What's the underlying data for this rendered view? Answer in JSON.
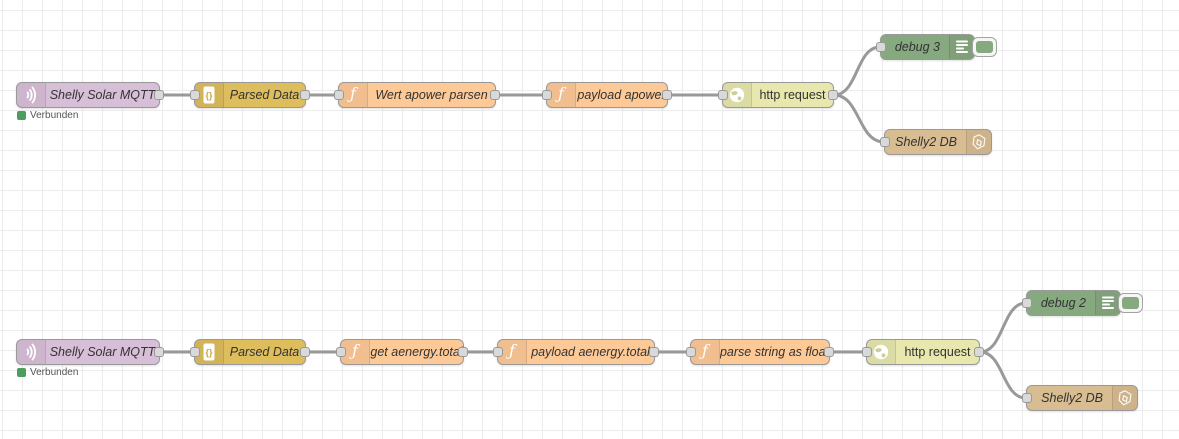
{
  "editor": {
    "status_label": "Verbunden"
  },
  "colors": {
    "mqtt": "#d8bfd8",
    "json": "#debd5c",
    "function": "#fdc997",
    "http": "#e7e7ae",
    "debug": "#87a980",
    "influx": "#d8bc92",
    "wire": "#999999",
    "status": "#4b9e5f",
    "grid": "#ececec"
  },
  "flow_top": {
    "mqtt_label": "Shelly Solar MQTT",
    "mqtt_status": "Verbunden",
    "json_label": "Parsed Data",
    "fn1_label": "Wert apower parsen",
    "fn2_label": "payload apower",
    "http_label": "http request",
    "debug_label": "debug 3",
    "db_label": "Shelly2 DB"
  },
  "flow_bottom": {
    "mqtt_label": "Shelly Solar MQTT",
    "mqtt_status": "Verbunden",
    "json_label": "Parsed Data",
    "fn1_label": "get aenergy.total",
    "fn2_label": "payload aenergy.total",
    "fn3_label": "parse string as float",
    "http_label": "http request",
    "debug_label": "debug 2",
    "db_label": "Shelly2 DB"
  }
}
